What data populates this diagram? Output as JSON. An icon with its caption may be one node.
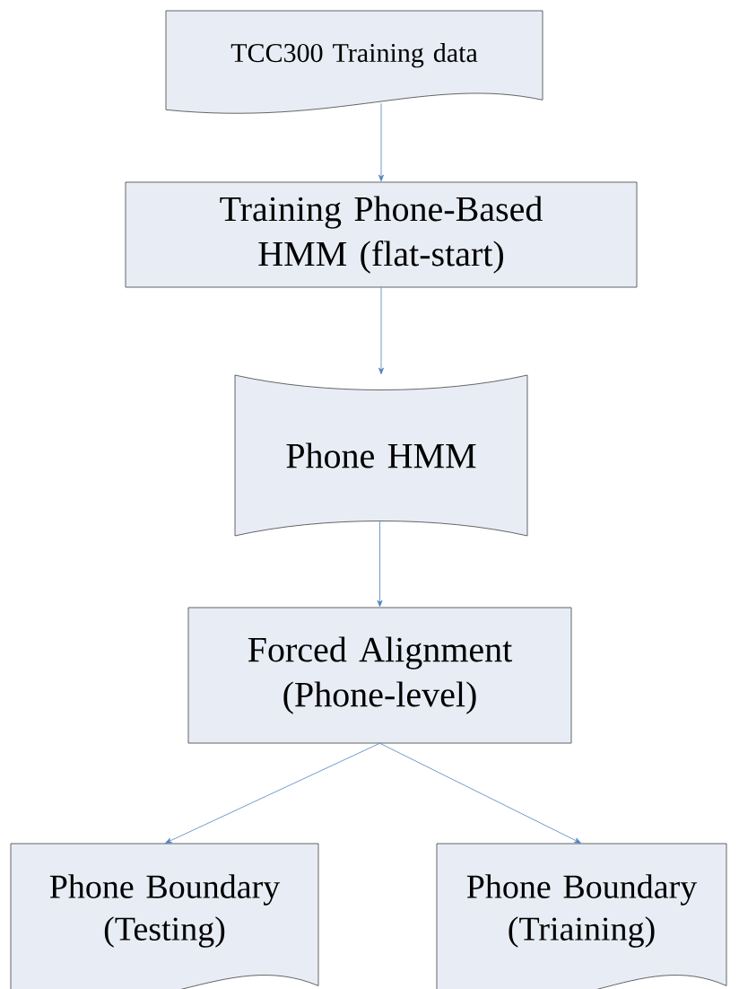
{
  "diagram": {
    "nodes": [
      {
        "text": [
          "TCC300 Training data"
        ]
      },
      {
        "text": [
          "Training Phone-Based HMM (flat-start)"
        ]
      },
      {
        "text": [
          "Phone HMM"
        ]
      },
      {
        "text": [
          "Forced Alignment (Phone-level)"
        ]
      },
      {
        "text": [
          "Phone Boundary (Testing)"
        ]
      },
      {
        "text": [
          "Phone Boundary (Triaining)"
        ]
      }
    ],
    "edges": [
      {
        "from": 0,
        "to": 1,
        "arrow": "to"
      },
      {
        "from": 1,
        "to": 2,
        "arrow": "to"
      },
      {
        "from": 2,
        "to": 3,
        "arrow": "to"
      },
      {
        "from": 3,
        "to": 4,
        "arrow": "to"
      },
      {
        "from": 3,
        "to": 5,
        "arrow": "to"
      }
    ]
  }
}
